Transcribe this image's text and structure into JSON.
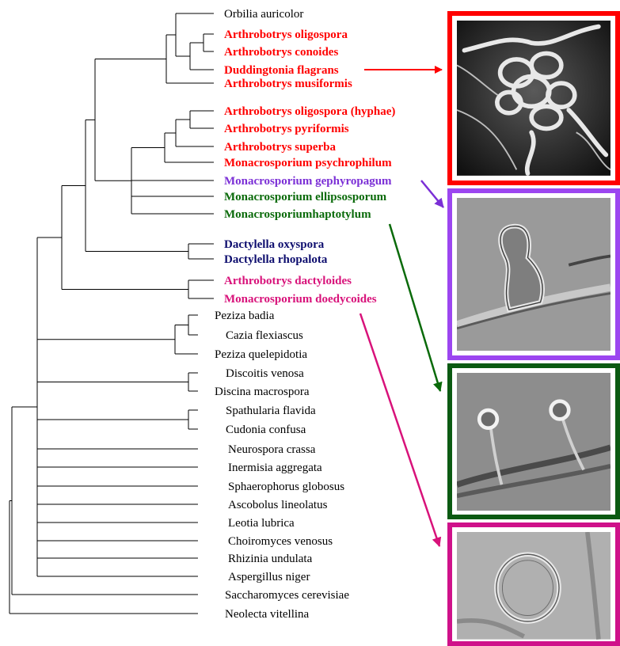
{
  "colors": {
    "black": "#000000",
    "red": "#ff0000",
    "purple": "#7b2fd6",
    "green": "#0a6a0a",
    "navy": "#0d0d6e",
    "magenta": "#d8127a",
    "panel_red": "#ff0000",
    "panel_purple": "#9c46f0",
    "panel_green": "#0b5a12",
    "panel_magenta": "#cf118a"
  },
  "taxa": [
    {
      "name": "Orbilia auricolor",
      "color": "black",
      "bold": false
    },
    {
      "name": "Arthrobotrys oligospora",
      "color": "red",
      "bold": true
    },
    {
      "name": "Arthrobotrys conoides",
      "color": "red",
      "bold": true
    },
    {
      "name": "Duddingtonia flagrans",
      "color": "red",
      "bold": true
    },
    {
      "name": "Arthrobotrys musiformis",
      "color": "red",
      "bold": true
    },
    {
      "name": "Arthrobotrys oligospora (hyphae)",
      "color": "red",
      "bold": true
    },
    {
      "name": "Arthrobotrys pyriformis",
      "color": "red",
      "bold": true
    },
    {
      "name": "Arthrobotrys superba",
      "color": "red",
      "bold": true
    },
    {
      "name": "Monacrosporium psychrophilum",
      "color": "red",
      "bold": true
    },
    {
      "name": "Monacrosporium gephyropagum",
      "color": "purple",
      "bold": true
    },
    {
      "name": "Monacrosporium ellipsosporum",
      "color": "green",
      "bold": true
    },
    {
      "name": "Monacrosporiumhaptotylum",
      "color": "green",
      "bold": true
    },
    {
      "name": "Dactylella oxyspora",
      "color": "navy",
      "bold": true
    },
    {
      "name": "Dactylella rhopalota",
      "color": "navy",
      "bold": true
    },
    {
      "name": "Arthrobotrys dactyloides",
      "color": "magenta",
      "bold": true
    },
    {
      "name": "Monacrosporium doedycoides",
      "color": "magenta",
      "bold": true
    },
    {
      "name": "Peziza badia",
      "color": "black",
      "bold": false
    },
    {
      "name": "Cazia flexiascus",
      "color": "black",
      "bold": false
    },
    {
      "name": "Peziza quelepidotia",
      "color": "black",
      "bold": false
    },
    {
      "name": "Discoitis venosa",
      "color": "black",
      "bold": false
    },
    {
      "name": "Discina macrospora",
      "color": "black",
      "bold": false
    },
    {
      "name": "Spathularia flavida",
      "color": "black",
      "bold": false
    },
    {
      "name": "Cudonia confusa",
      "color": "black",
      "bold": false
    },
    {
      "name": "Neurospora crassa",
      "color": "black",
      "bold": false
    },
    {
      "name": "Inermisia aggregata",
      "color": "black",
      "bold": false
    },
    {
      "name": "Sphaerophorus globosus",
      "color": "black",
      "bold": false
    },
    {
      "name": "Ascobolus lineolatus",
      "color": "black",
      "bold": false
    },
    {
      "name": "Leotia lubrica",
      "color": "black",
      "bold": false
    },
    {
      "name": "Choiromyces venosus",
      "color": "black",
      "bold": false
    },
    {
      "name": "Rhizinia undulata",
      "color": "black",
      "bold": false
    },
    {
      "name": "Aspergillus niger",
      "color": "black",
      "bold": false
    },
    {
      "name": "Saccharomyces cerevisiae",
      "color": "black",
      "bold": false
    },
    {
      "name": "Neolecta vitellina",
      "color": "black",
      "bold": false
    }
  ],
  "panels": [
    {
      "id": "constricting-ring",
      "border": "panel_red",
      "from_taxon": "Duddingtonia flagrans",
      "arrow_color": "red"
    },
    {
      "id": "adhesive-net",
      "border": "panel_purple",
      "from_taxon": "Monacrosporium gephyropagum",
      "arrow_color": "purple"
    },
    {
      "id": "adhesive-knob",
      "border": "panel_green",
      "from_taxon": "Monacrosporiumhaptotylum",
      "arrow_color": "green"
    },
    {
      "id": "non-constricting-ring",
      "border": "panel_magenta",
      "from_taxon": "Monacrosporium doedycoides",
      "arrow_color": "magenta"
    }
  ]
}
